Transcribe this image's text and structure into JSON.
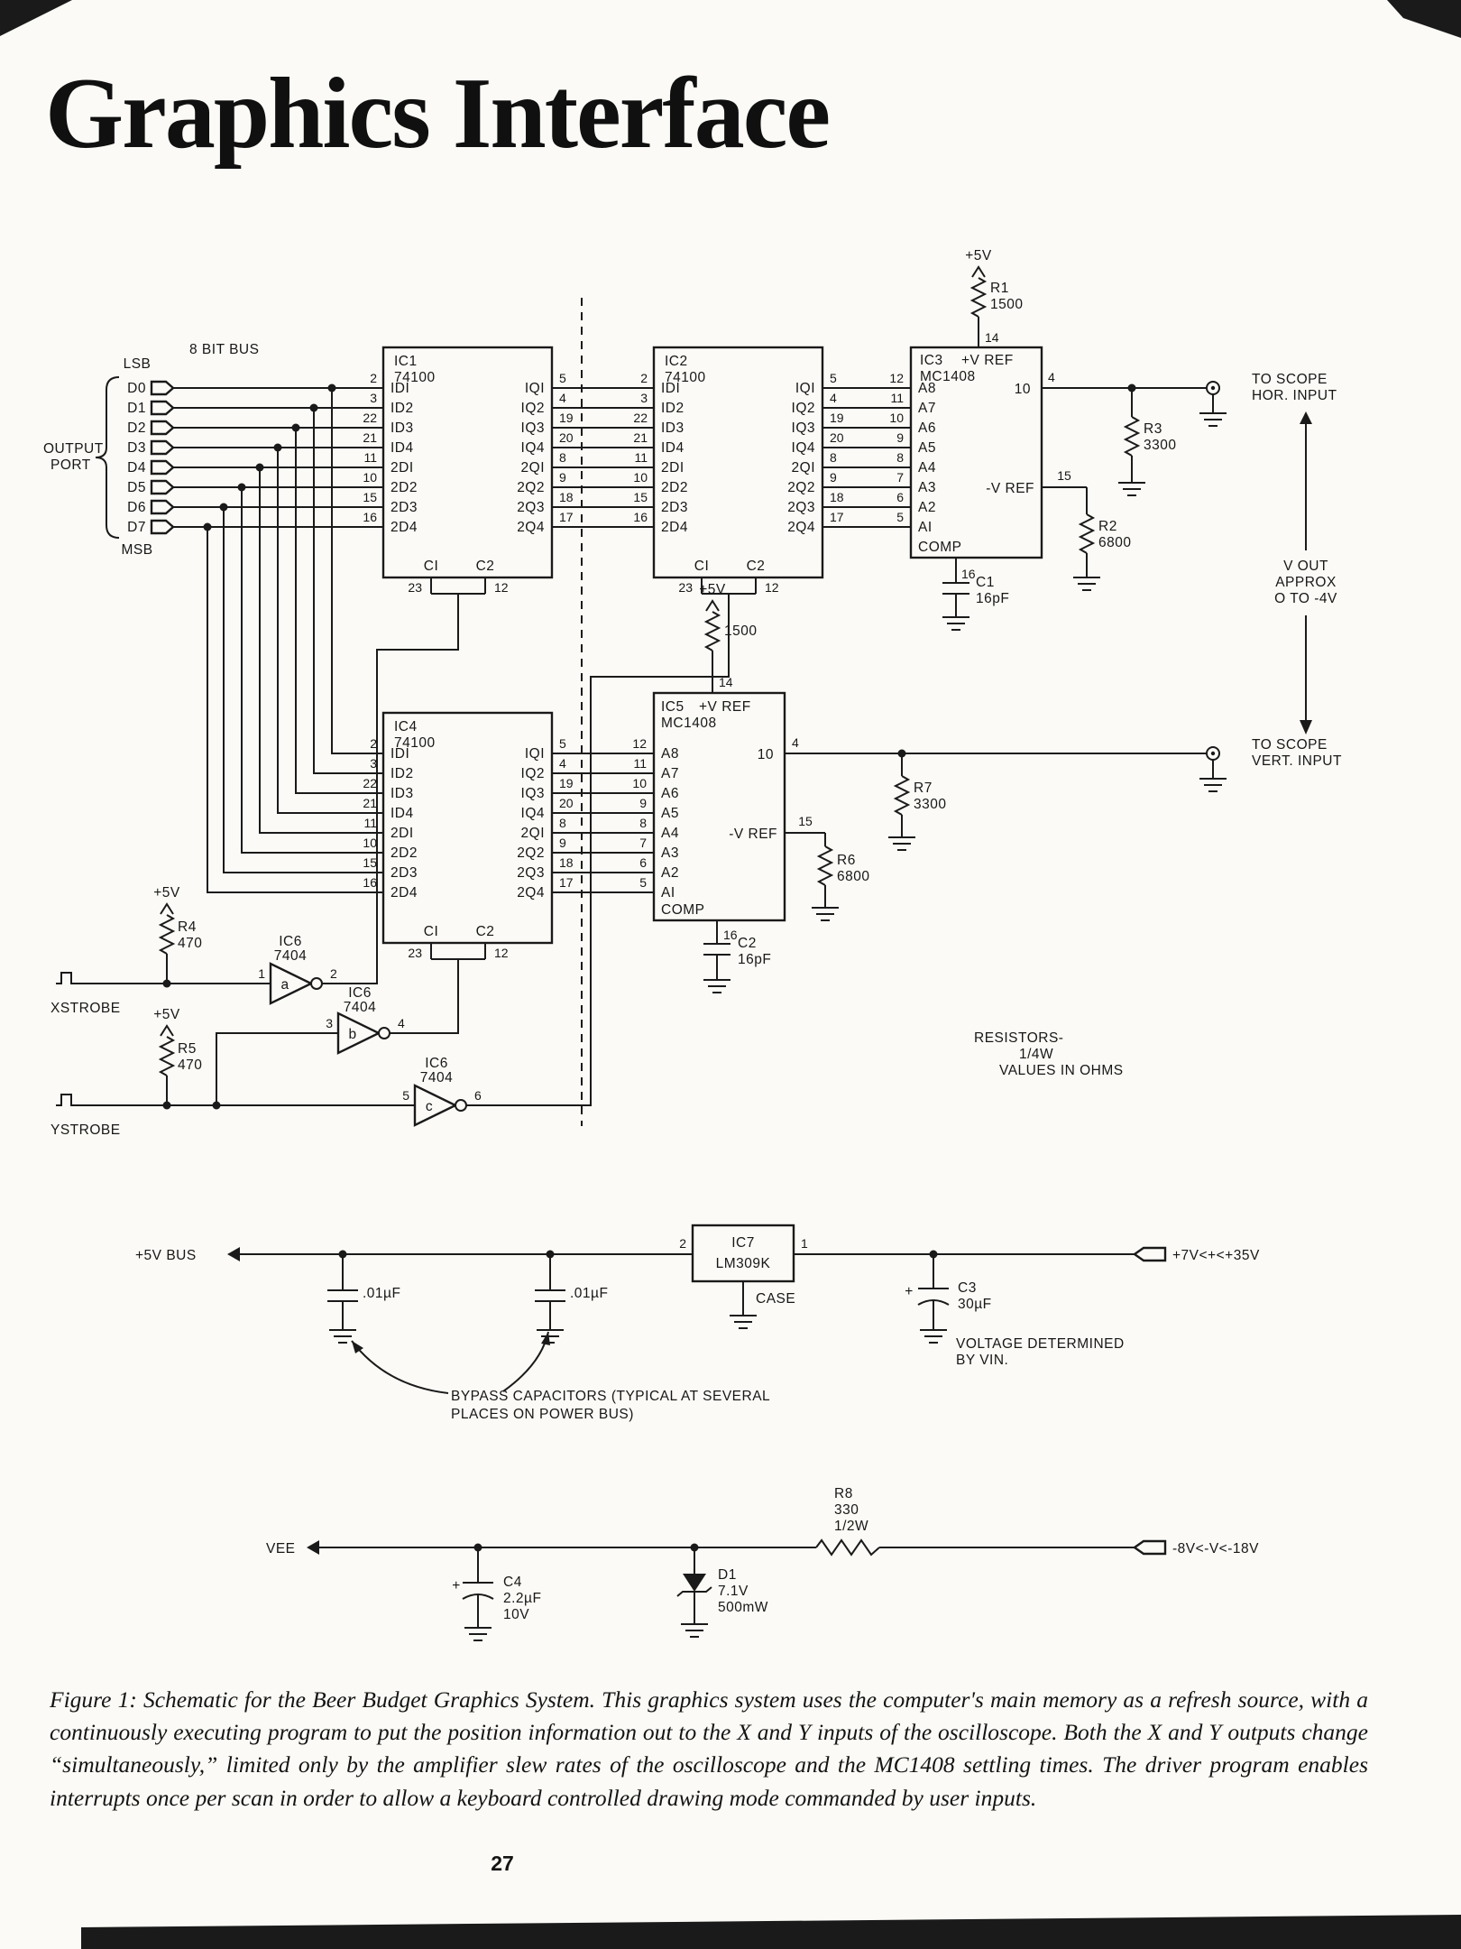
{
  "page": {
    "title": "Graphics Interface",
    "page_number": "27",
    "caption": "Figure 1: Schematic for the Beer Budget Graphics System. This graphics system uses the computer's main memory as a refresh source, with a continuously executing program to put the position information out to the X and Y inputs of the oscilloscope. Both the X and Y outputs change “simultaneously,” limited only by the amplifier slew rates of the oscilloscope and the MC1408 settling times. The driver program enables interrupts once per scan in order to allow a keyboard controlled drawing mode commanded by user inputs."
  },
  "bus": {
    "title": "8 BIT BUS",
    "lsb": "LSB",
    "msb": "MSB",
    "port1": "OUTPUT",
    "port2": "PORT",
    "bits": [
      "D0",
      "D1",
      "D2",
      "D3",
      "D4",
      "D5",
      "D6",
      "D7"
    ]
  },
  "latch": {
    "in_nums": [
      "2",
      "3",
      "22",
      "21",
      "11",
      "10",
      "15",
      "16"
    ],
    "in_names": [
      "IDI",
      "ID2",
      "ID3",
      "ID4",
      "2DI",
      "2D2",
      "2D3",
      "2D4"
    ],
    "out_names": [
      "IQI",
      "IQ2",
      "IQ3",
      "IQ4",
      "2QI",
      "2Q2",
      "2Q3",
      "2Q4"
    ],
    "out_nums": [
      "5",
      "4",
      "19",
      "20",
      "8",
      "9",
      "18",
      "17"
    ],
    "c1": "CI",
    "c2": "C2",
    "s1": "23",
    "s2": "12"
  },
  "dac": {
    "in_nums": [
      "12",
      "11",
      "10",
      "9",
      "8",
      "7",
      "6",
      "5"
    ],
    "in_names": [
      "A8",
      "A7",
      "A6",
      "A5",
      "A4",
      "A3",
      "A2",
      "AI"
    ],
    "out_pin": "10",
    "out_num": "4",
    "vref_pos": "+V REF",
    "vref_neg": "-V REF",
    "pin14": "14",
    "pin15": "15",
    "pin16": "16",
    "comp": "COMP"
  },
  "ics": {
    "ic1": {
      "name": "IC1",
      "part": "74100"
    },
    "ic2": {
      "name": "IC2",
      "part": "74100"
    },
    "ic3": {
      "name": "IC3",
      "part": "MC1408"
    },
    "ic4": {
      "name": "IC4",
      "part": "74100"
    },
    "ic5": {
      "name": "IC5",
      "part": "MC1408"
    },
    "ic6": {
      "name": "IC6",
      "part": "7404"
    },
    "ic7": {
      "name": "IC7",
      "part": "LM309K"
    }
  },
  "xdac": {
    "supply": "+5V",
    "r1": "R1",
    "r1v": "1500",
    "r2": "R2",
    "r2v": "6800",
    "r3": "R3",
    "r3v": "3300",
    "c1": "C1",
    "c1v": "16pF",
    "scope1": "TO SCOPE",
    "scope2": "HOR. INPUT"
  },
  "ydac": {
    "supply": "+5V",
    "rref": "1500",
    "r6": "R6",
    "r6v": "6800",
    "r7": "R7",
    "r7v": "3300",
    "c2": "C2",
    "c2v": "16pF",
    "scope1": "TO SCOPE",
    "scope2": "VERT. INPUT"
  },
  "vout": {
    "l1": "V OUT",
    "l2": "APPROX",
    "l3": "O TO -4V"
  },
  "strobe": {
    "x": "XSTROBE",
    "y": "YSTROBE",
    "supply": "+5V",
    "r4": "R4",
    "r4v": "470",
    "r5": "R5",
    "r5v": "470",
    "ga": "a",
    "gb": "b",
    "gc": "c",
    "p1": "1",
    "p2": "2",
    "p3": "3",
    "p4": "4",
    "p5": "5",
    "p6": "6"
  },
  "note": {
    "l1": "RESISTORS-",
    "l2": "1/4W",
    "l3": "VALUES IN OHMS"
  },
  "power": {
    "bus": "+5V BUS",
    "pin_in": "2",
    "pin_out": "1",
    "case": "CASE",
    "bypass_val_a": ".01µF",
    "bypass_val_b": ".01µF",
    "c3": "C3",
    "c3v": "30µF",
    "plus": "+",
    "range": "+7V<+<+35V",
    "note1": "VOLTAGE DETERMINED",
    "note2": "BY VIN.",
    "bypass1": "BYPASS CAPACITORS (TYPICAL AT SEVERAL",
    "bypass2": "PLACES ON POWER BUS)"
  },
  "vee": {
    "label": "VEE",
    "r8": "R8",
    "r8v": "330",
    "r8w": "1/2W",
    "range": "-8V<-V<-18V",
    "c4": "C4",
    "c4v": "2.2µF",
    "c4volt": "10V",
    "plus": "+",
    "d1": "D1",
    "d1v": "7.1V",
    "d1p": "500mW"
  }
}
